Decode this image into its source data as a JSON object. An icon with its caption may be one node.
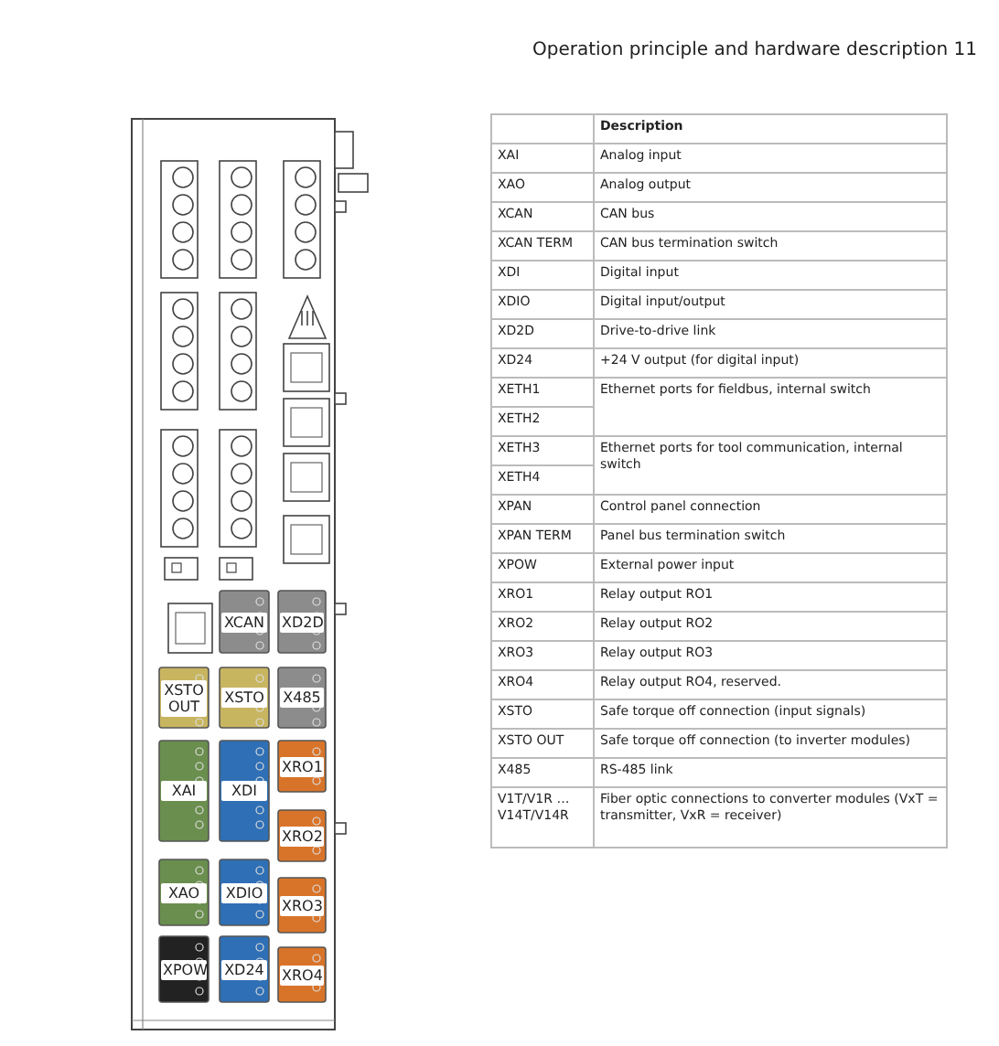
{
  "diagram": {
    "title": "Operation principle and hardware description 11",
    "labels": [
      "XCAN",
      "XD2D",
      "XSTO OUT",
      "XSTO",
      "X485",
      "XAI",
      "XDI",
      "XRO1",
      "XRO2",
      "XAO",
      "XDIO",
      "XRO3",
      "XPOW",
      "XD24",
      "XRO4",
      "Description",
      "XAI",
      "Analog input",
      "XAO",
      "Analog output",
      "XCAN",
      "CAN bus",
      "XCAN TERM",
      "CAN bus termination switch",
      "XDI",
      "Digital input",
      "XDIO",
      "Digital input/output",
      "XD2D",
      "Drive-to-drive link",
      "XD24",
      "+24 V output (for digital input)",
      "XETH1",
      "Ethernet ports for fieldbus, internal switch",
      "XETH2",
      "XETH3",
      "Ethernet ports for tool communication, internal switch",
      "XETH4",
      "XPAN",
      "Control panel connection",
      "XPAN TERM",
      "Panel bus termination switch",
      "XPOW",
      "External power input",
      "XRO1",
      "Relay output RO1",
      "XRO2",
      "Relay output RO2",
      "XRO3",
      "Relay output RO3",
      "XRO4",
      "Relay output RO4, reserved.",
      "XSTO",
      "Safe torque off connection (input signals)",
      "XSTO OUT",
      "Safe torque off connection (to inverter modules)",
      "X485",
      "RS-485 link",
      "V1T/V1R … V14T/V14R",
      "Fiber optic connections to converter modules (VxT = transmitter, VxR = receiver)"
    ]
  }
}
